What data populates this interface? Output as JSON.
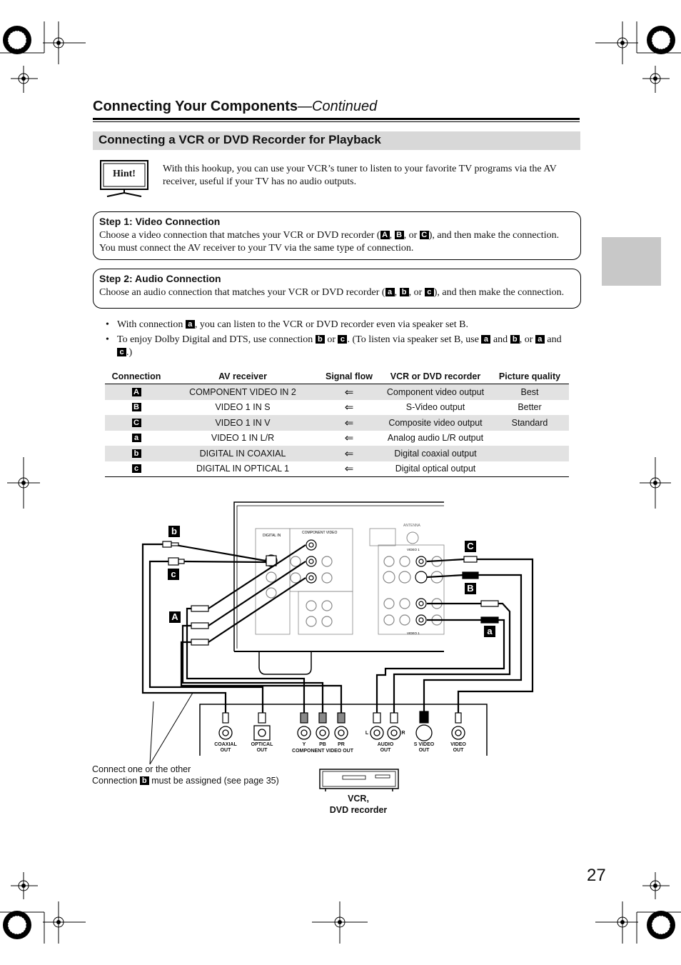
{
  "header": {
    "title": "Connecting Your Components",
    "title_suffix": "—Continued"
  },
  "section": {
    "title": "Connecting a VCR or DVD Recorder for Playback"
  },
  "hint": {
    "icon_label": "Hint!",
    "text": "With this hookup, you can use your VCR’s tuner to listen to your favorite TV programs via the AV receiver, useful if your TV has no audio outputs."
  },
  "step1": {
    "title": "Step 1: Video Connection",
    "text_a": "Choose a video connection that matches your VCR or DVD recorder (",
    "l1": "A",
    "sep1": ", ",
    "l2": "B",
    "sep2": ", or ",
    "l3": "C",
    "text_b": "), and then make the connection.",
    "text_c": "You must connect the AV receiver to your TV via the same type of connection."
  },
  "step2": {
    "title": "Step 2: Audio Connection",
    "text_a": "Choose an audio connection that matches your VCR or DVD recorder (",
    "l1": "a",
    "sep1": ", ",
    "l2": "b",
    "sep2": ", or ",
    "l3": "c",
    "text_b": "), and then make the connection."
  },
  "bullets": {
    "b1_a": "With connection ",
    "b1_l": "a",
    "b1_b": ", you can listen to the VCR or DVD recorder even via speaker set B.",
    "b2_a": "To enjoy Dolby Digital and DTS, use connection ",
    "b2_l1": "b",
    "b2_or": " or ",
    "b2_l2": "c",
    "b2_b": ". (To listen via speaker set B, use ",
    "b2_l3": "a",
    "b2_and": " and ",
    "b2_l4": "b",
    "b2_or2": ", or ",
    "b2_l5": "a",
    "b2_and2": " and",
    "b2_l6": "c",
    "b2_end": ".)"
  },
  "table": {
    "headers": [
      "Connection",
      "AV receiver",
      "Signal flow",
      "VCR or DVD recorder",
      "Picture quality"
    ],
    "rows": [
      {
        "conn": "A",
        "receiver": "COMPONENT VIDEO IN 2",
        "flow": "⇐",
        "device": "Component video output",
        "quality": "Best"
      },
      {
        "conn": "B",
        "receiver": "VIDEO 1 IN S",
        "flow": "⇐",
        "device": "S-Video output",
        "quality": "Better"
      },
      {
        "conn": "C",
        "receiver": "VIDEO 1 IN V",
        "flow": "⇐",
        "device": "Composite video output",
        "quality": "Standard"
      },
      {
        "conn": "a",
        "receiver": "VIDEO 1 IN L/R",
        "flow": "⇐",
        "device": "Analog audio L/R output",
        "quality": ""
      },
      {
        "conn": "b",
        "receiver": "DIGITAL IN COAXIAL",
        "flow": "⇐",
        "device": "Digital coaxial output",
        "quality": ""
      },
      {
        "conn": "c",
        "receiver": "DIGITAL IN OPTICAL 1",
        "flow": "⇐",
        "device": "Digital optical output",
        "quality": ""
      }
    ]
  },
  "diagram": {
    "badges": {
      "b": "b",
      "c": "c",
      "A": "A",
      "C": "C",
      "B": "B",
      "a": "a"
    },
    "receiver_labels": {
      "digital_in": "DIGITAL IN",
      "component_video": "COMPONENT VIDEO",
      "antenna": "ANTENNA",
      "video1": "VIDEO 1"
    },
    "vcr_jacks": {
      "coaxial": "COAXIAL\nOUT",
      "optical": "OPTICAL\nOUT",
      "y": "Y",
      "pb": "PB",
      "pr": "PR",
      "component": "COMPONENT VIDEO OUT",
      "l": "L",
      "r": "R",
      "audio": "AUDIO\nOUT",
      "svideo": "S VIDEO\nOUT",
      "video": "VIDEO\nOUT"
    },
    "note_line1": "Connect one or the other",
    "note_line2a": "Connection ",
    "note_l": "b",
    "note_line2b": " must be assigned (see page 35)",
    "vcr_label1": "VCR,",
    "vcr_label2": "DVD recorder"
  },
  "page_number": "27"
}
